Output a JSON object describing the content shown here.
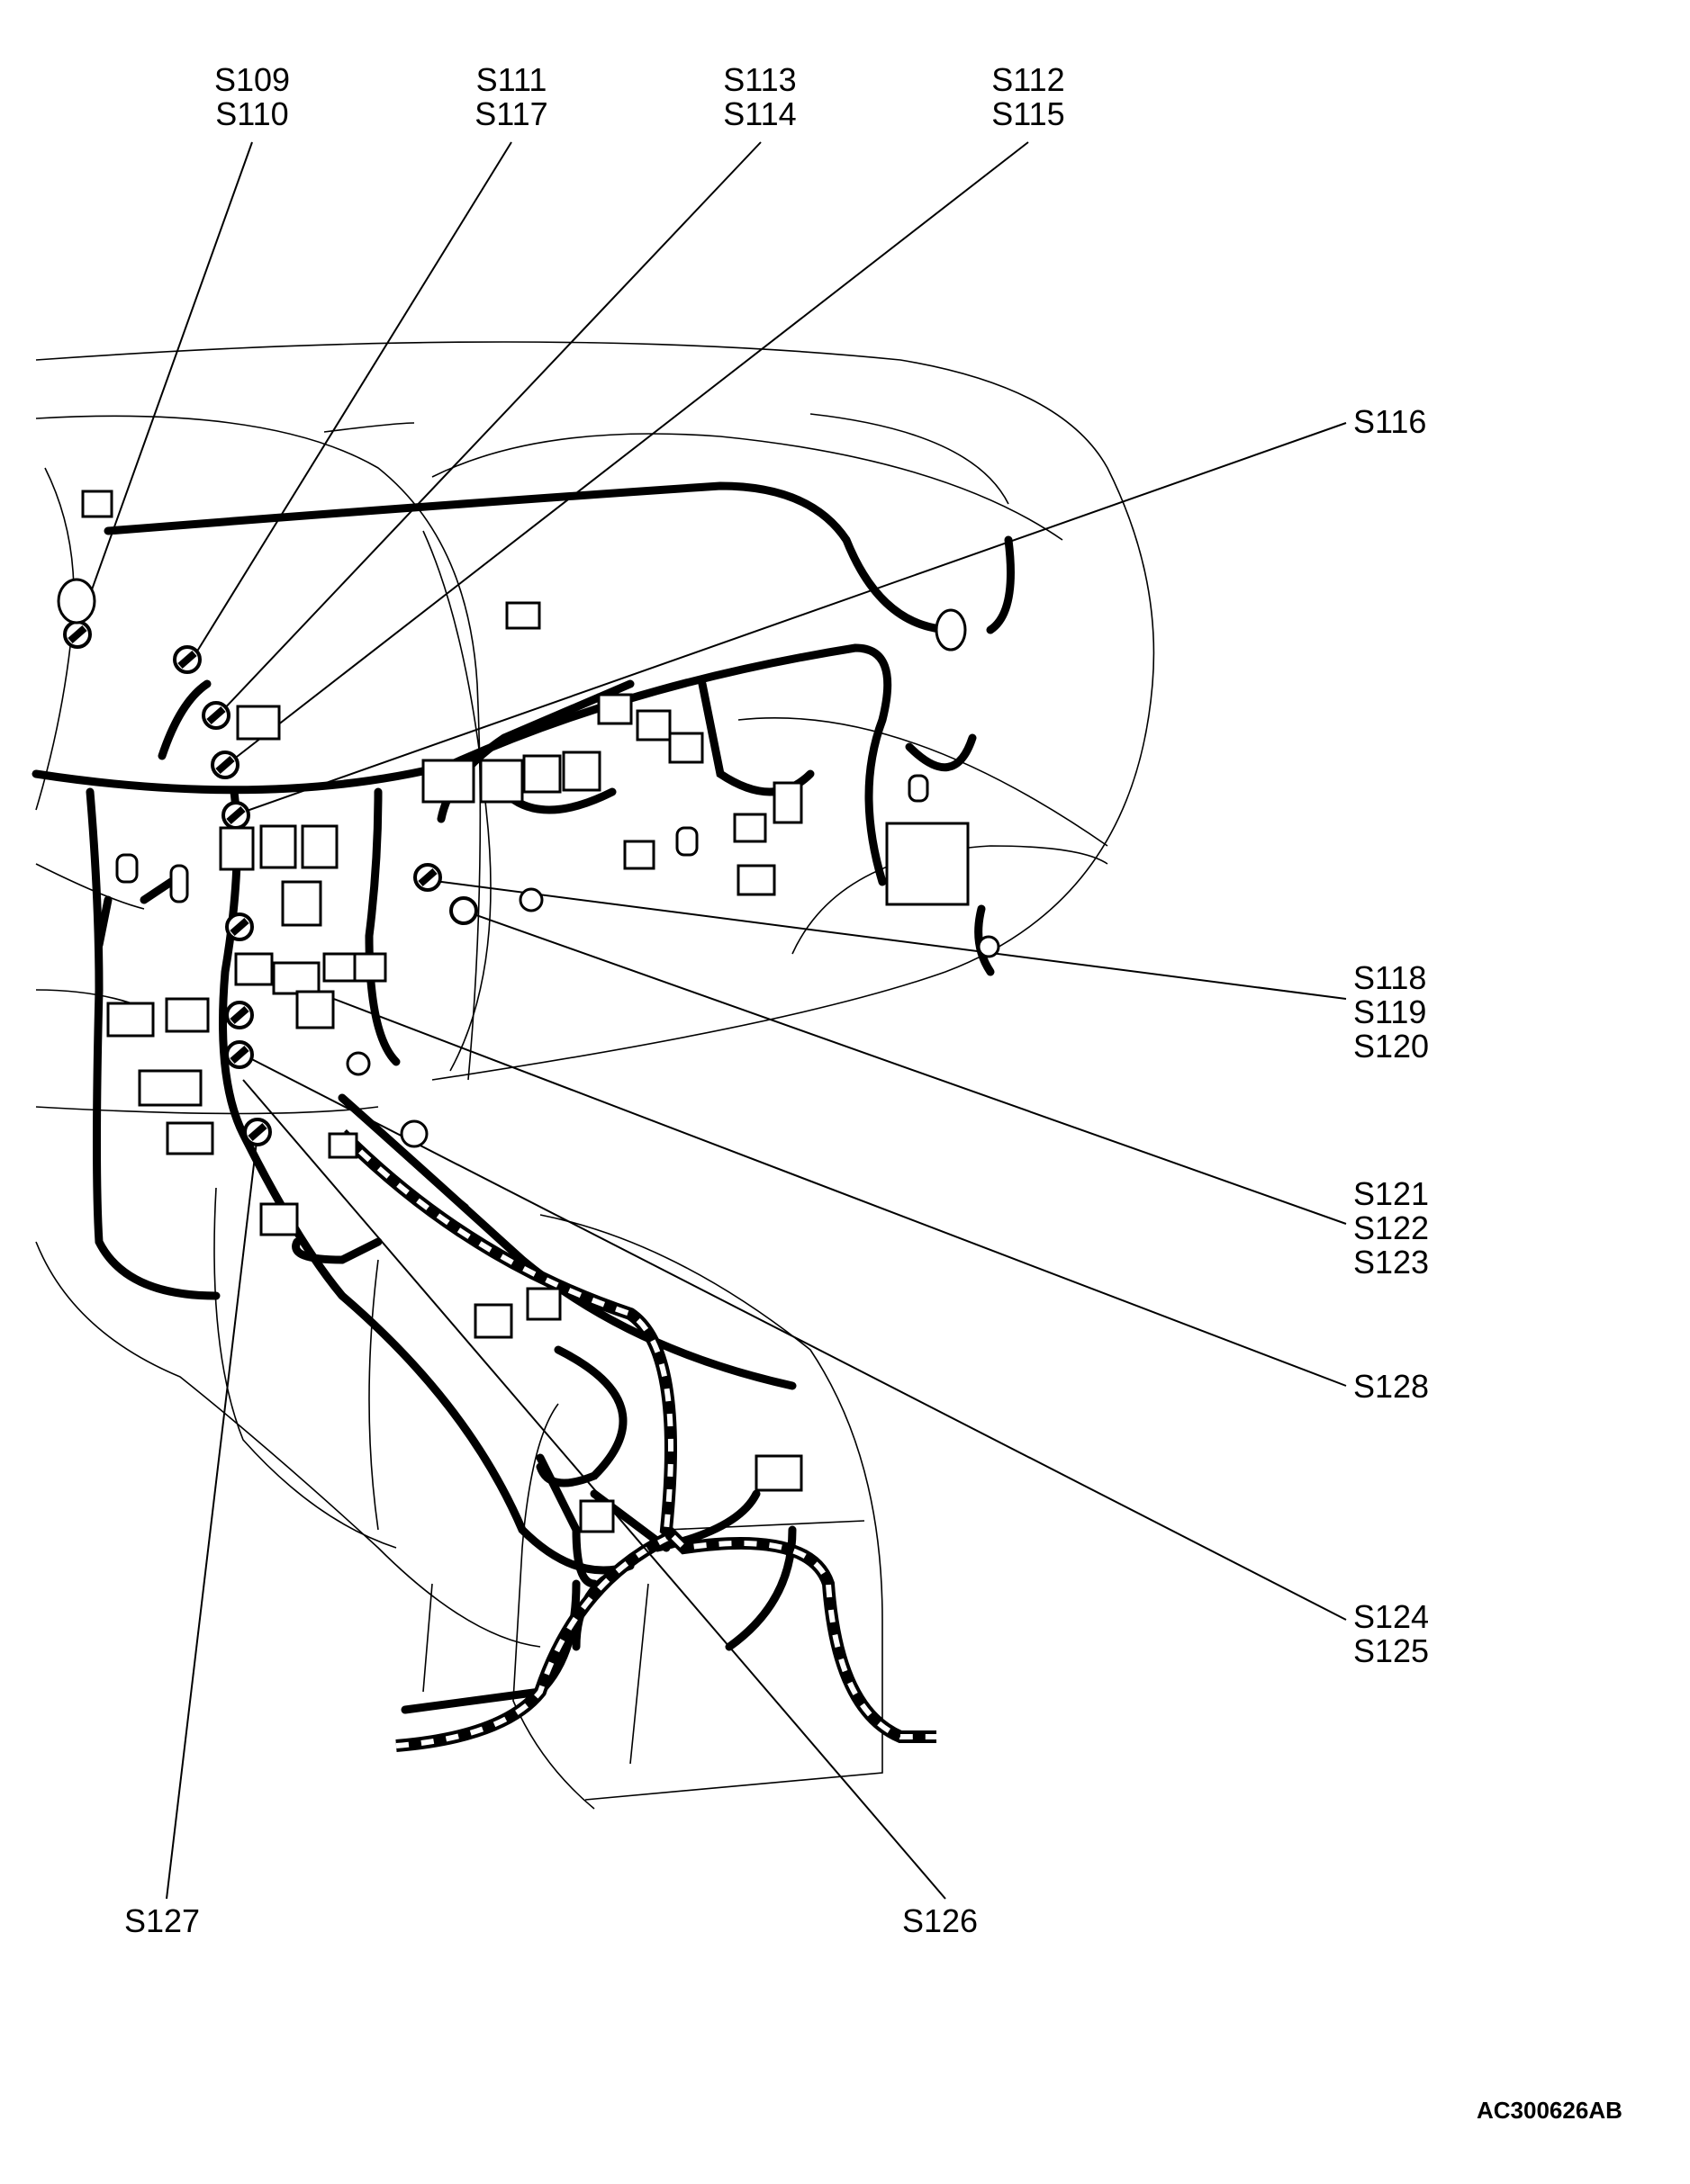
{
  "labels": {
    "s109_s110": [
      "S109",
      "S110"
    ],
    "s111_s117": [
      "S111",
      "S117"
    ],
    "s113_s114": [
      "S113",
      "S114"
    ],
    "s112_s115": [
      "S112",
      "S115"
    ],
    "s116": [
      "S116"
    ],
    "s118_s120": [
      "S118",
      "S119",
      "S120"
    ],
    "s121_s123": [
      "S121",
      "S122",
      "S123"
    ],
    "s128": [
      "S128"
    ],
    "s124_s125": [
      "S124",
      "S125"
    ],
    "s127": [
      "S127"
    ],
    "s126": [
      "S126"
    ]
  },
  "figure_code": "AC300626AB",
  "colors": {
    "line": "#000000",
    "background": "#ffffff"
  }
}
